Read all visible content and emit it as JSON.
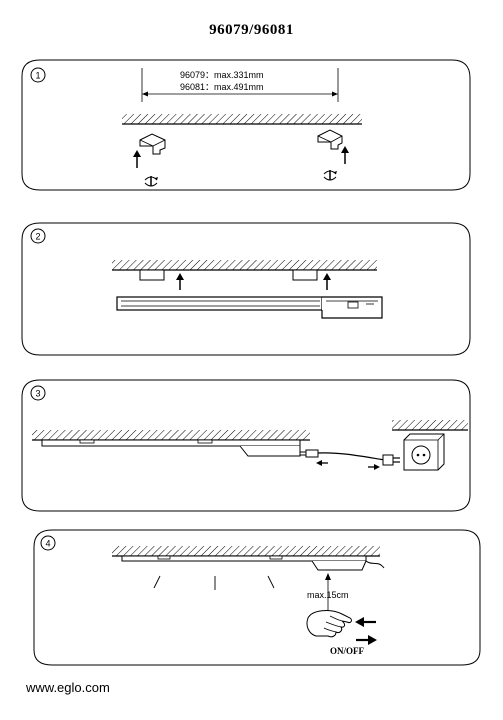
{
  "header": {
    "title": "96079/96081"
  },
  "steps": [
    {
      "number": "1",
      "dim_line_1": "96079：max.331mm",
      "dim_line_2": "96081：max.491mm"
    },
    {
      "number": "2"
    },
    {
      "number": "3"
    },
    {
      "number": "4",
      "max_distance": "max.15cm",
      "switch_label": "ON/OFF"
    }
  ],
  "footer": {
    "website": "www.eglo.com"
  }
}
